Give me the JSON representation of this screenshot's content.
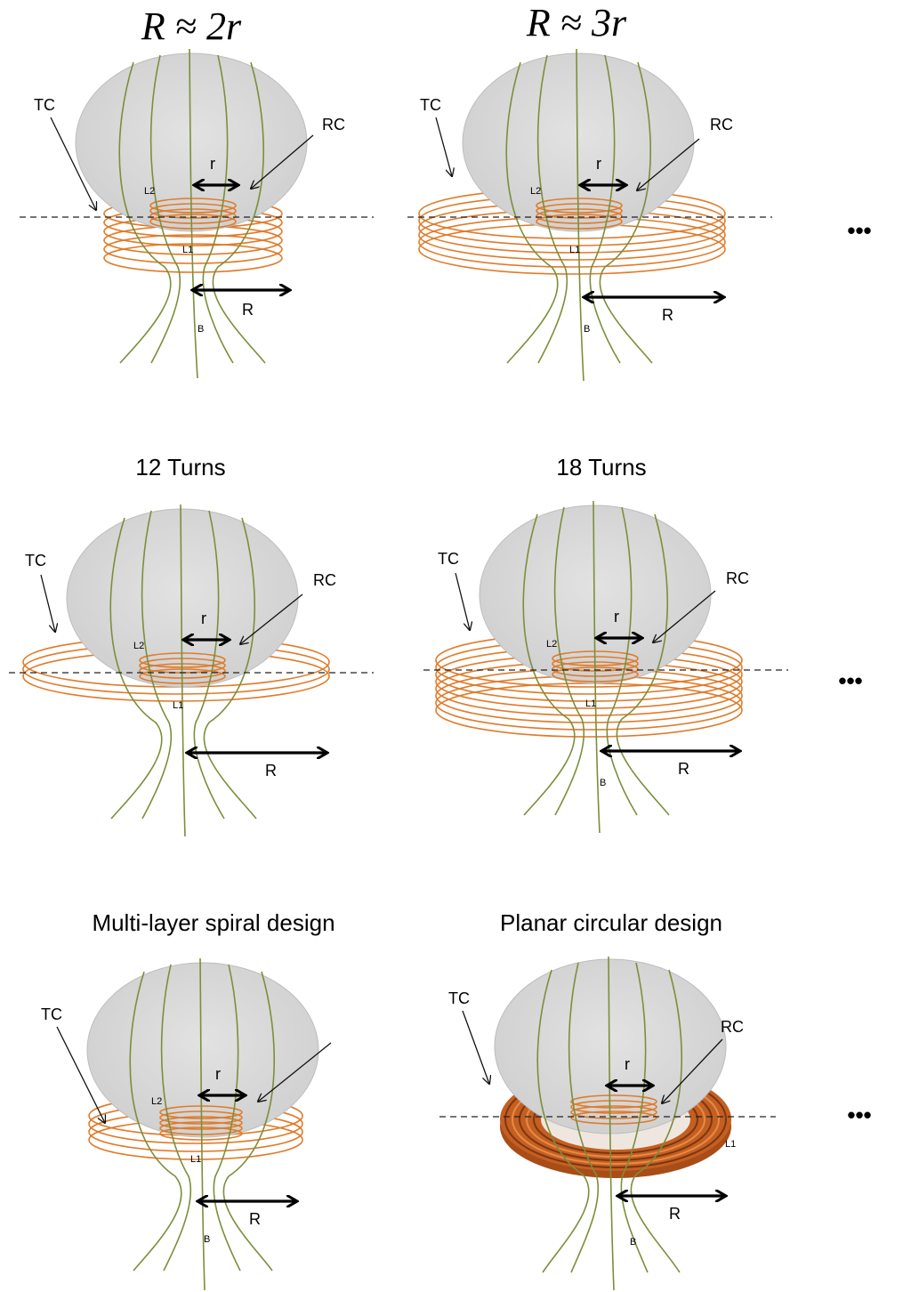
{
  "colors": {
    "coil": "#e07b2a",
    "coil_solid": "#b5521a",
    "field_line": "#7a8f3a",
    "ellipse_fill": "#d9d9d9",
    "ellipse_edge": "#bdbdbd"
  },
  "ellipsis": "•••",
  "panels": [
    {
      "title": "R ≈ 2r",
      "tc": "TC",
      "rc": "RC",
      "r": "r",
      "R": "R",
      "l1": "L1",
      "l2": "L2",
      "b": "B"
    },
    {
      "title": "R ≈ 3r",
      "tc": "TC",
      "rc": "RC",
      "r": "r",
      "R": "R",
      "l1": "L1",
      "l2": "L2",
      "b": "B"
    },
    {
      "title": "12 Turns",
      "tc": "TC",
      "rc": "RC",
      "r": "r",
      "R": "R",
      "l1": "L1",
      "l2": "L2",
      "b": ""
    },
    {
      "title": "18 Turns",
      "tc": "TC",
      "rc": "RC",
      "r": "r",
      "R": "R",
      "l1": "L1",
      "l2": "L2",
      "b": "B"
    },
    {
      "title": "Multi-layer spiral design",
      "tc": "TC",
      "rc": "",
      "r": "r",
      "R": "R",
      "l1": "L1",
      "l2": "L2",
      "b": "B"
    },
    {
      "title": "Planar circular design",
      "tc": "TC",
      "rc": "RC",
      "r": "r",
      "R": "R",
      "l1": "L1",
      "l2": "",
      "b": "B"
    }
  ]
}
